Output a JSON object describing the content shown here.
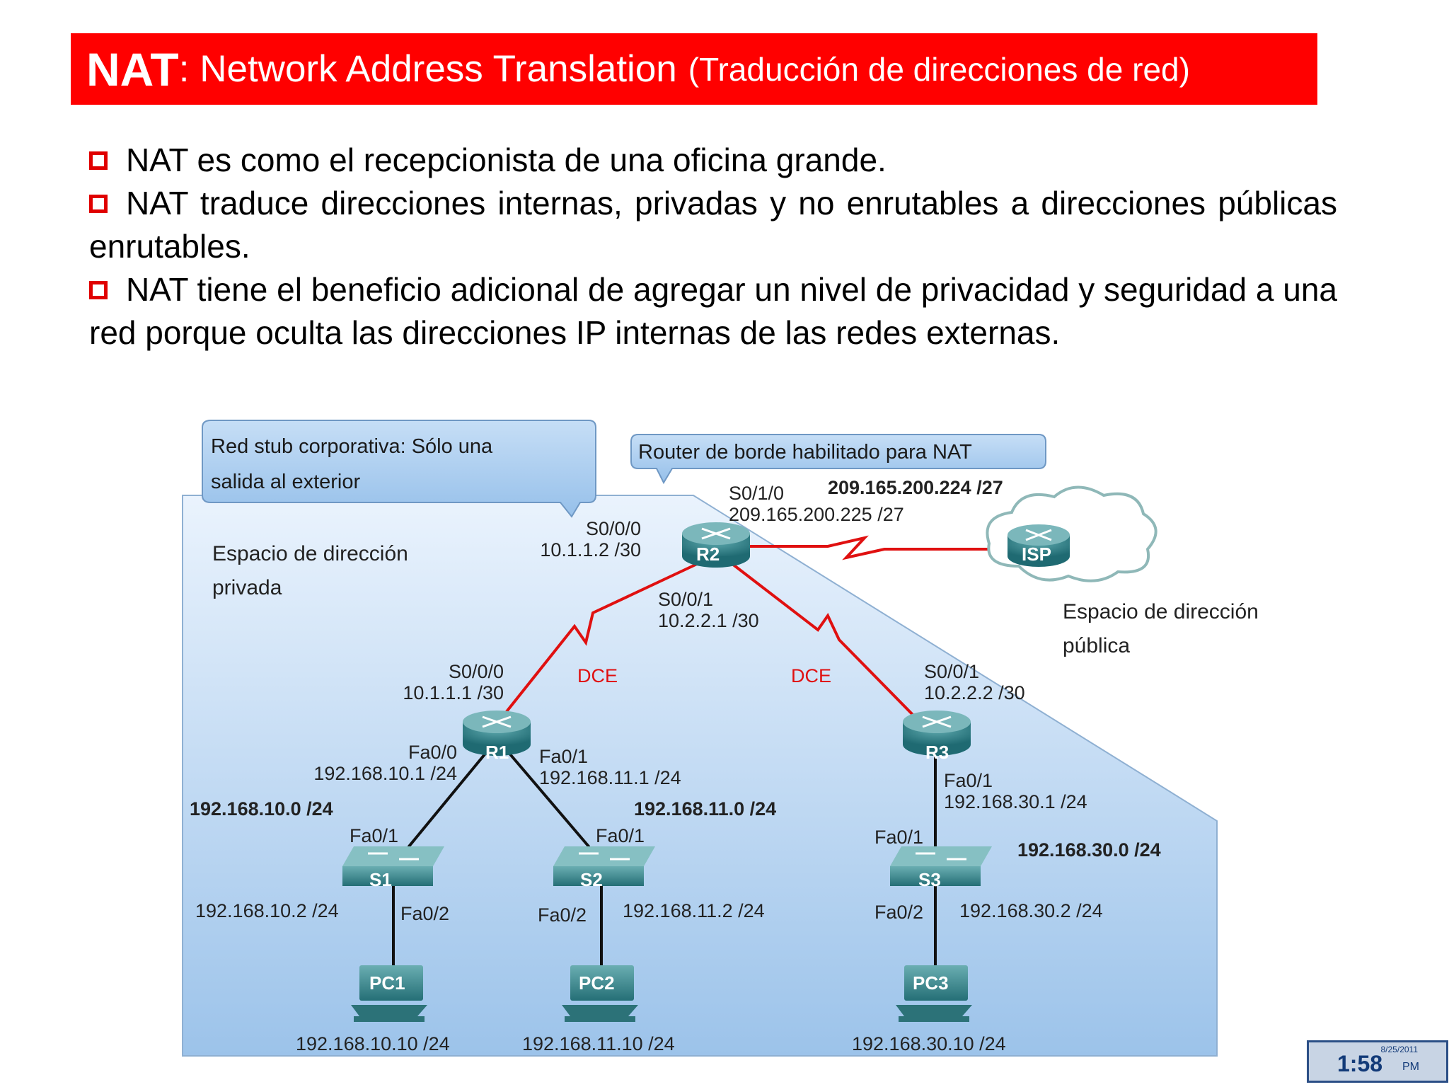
{
  "title": {
    "main": "NAT",
    "sub": ": Network Address Translation",
    "paren": "(Traducción de direcciones de red)"
  },
  "bullets": [
    "NAT es como el recepcionista de una oficina grande.",
    "NAT traduce direcciones internas, privadas y no enrutables a direcciones públicas enrutables.",
    "NAT tiene el beneficio adicional de agregar un nivel de privacidad y seguridad a una red porque oculta las direcciones IP internas de las redes externas."
  ],
  "diagram": {
    "callout_stub": [
      "Red stub corporativa: Sólo una",
      "salida al exterior"
    ],
    "callout_border": "Router de borde habilitado para NAT",
    "private_space": [
      "Espacio de dirección",
      "privada"
    ],
    "public_space": [
      "Espacio de dirección",
      "pública"
    ],
    "devices": {
      "r1": "R1",
      "r2": "R2",
      "r3": "R3",
      "isp": "ISP",
      "s1": "S1",
      "s2": "S2",
      "s3": "S3",
      "pc1": "PC1",
      "pc2": "PC2",
      "pc3": "PC3"
    },
    "r2_s010": "S0/1/0",
    "r2_s010_ip": "209.165.200.225 /27",
    "public_net": "209.165.200.224 /27",
    "r2_s000": "S0/0/0",
    "r2_s000_ip": "10.1.1.2 /30",
    "r2_s001": "S0/0/1",
    "r2_s001_ip": "10.2.2.1 /30",
    "r1_s000": "S0/0/0",
    "r1_s000_ip": "10.1.1.1 /30",
    "r3_s001": "S0/0/1",
    "r3_s001_ip": "10.2.2.2 /30",
    "dce": "DCE",
    "r1_fa00": "Fa0/0",
    "r1_fa00_ip": "192.168.10.1 /24",
    "r1_fa01": "Fa0/1",
    "r1_fa01_ip": "192.168.11.1 /24",
    "r3_fa01": "Fa0/1",
    "r3_fa01_ip": "192.168.30.1 /24",
    "net_10": "192.168.10.0 /24",
    "net_11": "192.168.11.0 /24",
    "net_30": "192.168.30.0 /24",
    "fa01": "Fa0/1",
    "fa02": "Fa0/2",
    "s1_ip": "192.168.10.2 /24",
    "s2_ip": "192.168.11.2 /24",
    "s3_ip": "192.168.30.2 /24",
    "pc1_ip": "192.168.10.10 /24",
    "pc2_ip": "192.168.11.10 /24",
    "pc3_ip": "192.168.30.10 /24"
  },
  "clock": {
    "date": "8/25/2011",
    "time": "1:58",
    "ampm": "PM"
  },
  "colors": {
    "title_bg": "#ff0000",
    "bullet_box": "#e00000",
    "serial_link": "#e01010",
    "device": "#2f7f86",
    "callout": "#a9cdf0"
  }
}
